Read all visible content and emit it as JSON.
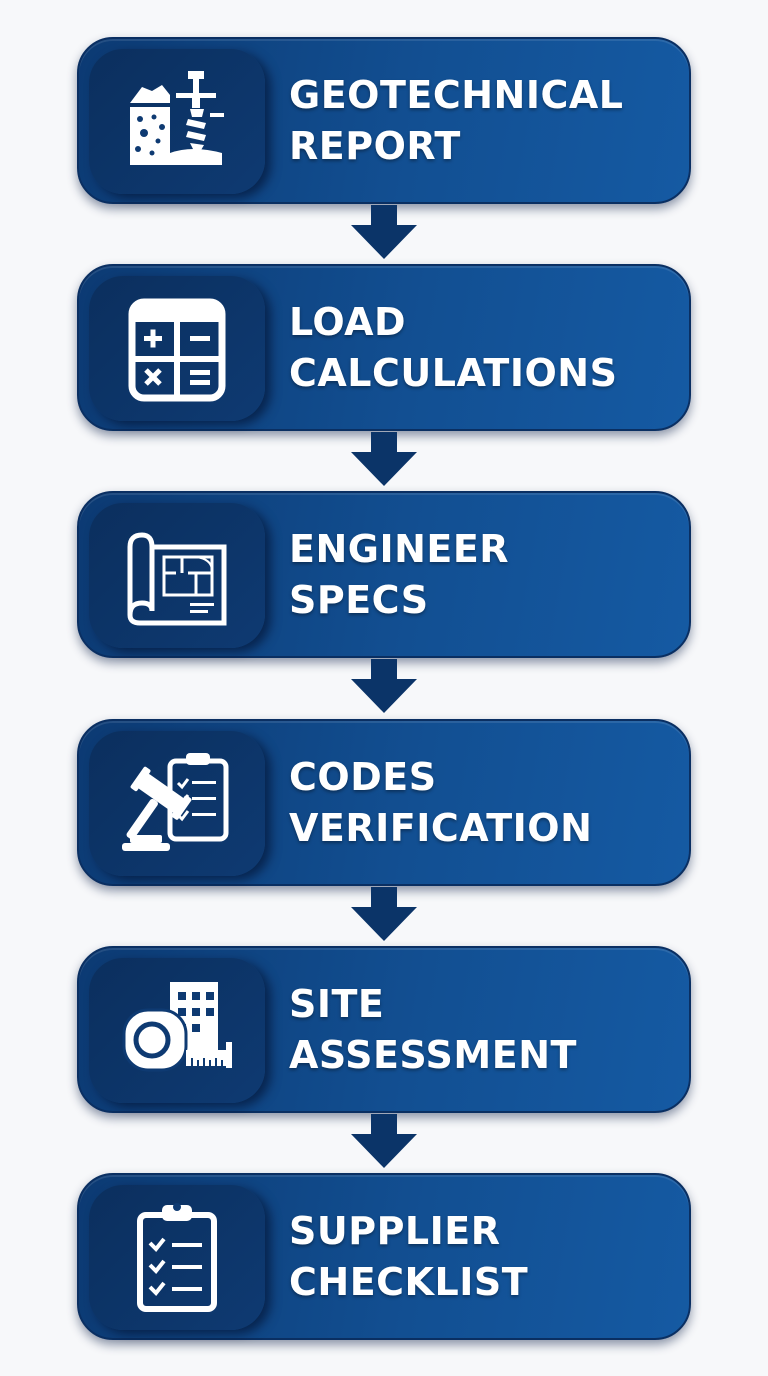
{
  "colors": {
    "background": "#f7f8fa",
    "step_fill": "#124f92",
    "icon_tile": "#0b2f5e",
    "arrow": "#0b3468",
    "text": "#ffffff"
  },
  "steps": [
    {
      "line1": "GEOTECHNICAL",
      "line2": "REPORT",
      "icon": "soil-drill-icon"
    },
    {
      "line1": "LOAD",
      "line2": "CALCULATIONS",
      "icon": "calculator-icon"
    },
    {
      "line1": "ENGINEER",
      "line2": "SPECS",
      "icon": "blueprint-icon"
    },
    {
      "line1": "CODES",
      "line2": "VERIFICATION",
      "icon": "gavel-checklist-icon"
    },
    {
      "line1": "SITE",
      "line2": "ASSESSMENT",
      "icon": "tape-measure-building-icon"
    },
    {
      "line1": "SUPPLIER",
      "line2": "CHECKLIST",
      "icon": "clipboard-checklist-icon"
    }
  ]
}
